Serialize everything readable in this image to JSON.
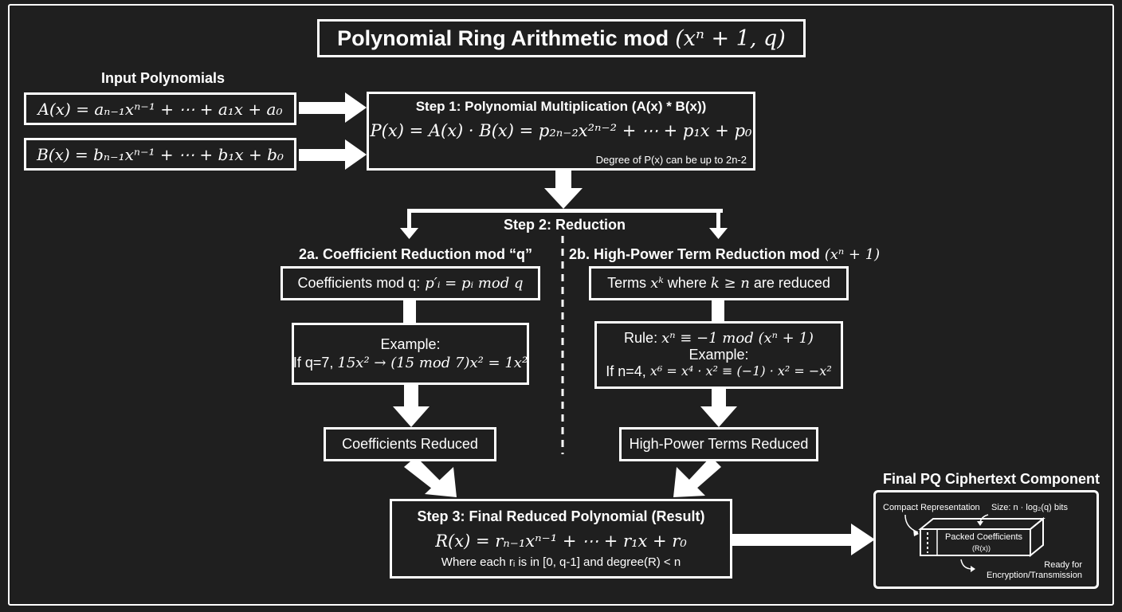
{
  "title": {
    "text": "Polynomial Ring Arithmetic mod",
    "math": "(xⁿ + 1, q)"
  },
  "inputs": {
    "heading": "Input Polynomials",
    "a_poly": "A(x) = aₙ₋₁xⁿ⁻¹ + ⋯ + a₁x + a₀",
    "b_poly": "B(x) = bₙ₋₁xⁿ⁻¹ + ⋯ + b₁x + b₀"
  },
  "step1": {
    "title": "Step 1: Polynomial Multiplication (A(x) * B(x))",
    "formula": "P(x) = A(x) · B(x) = p₂ₙ₋₂x²ⁿ⁻² + ⋯ + p₁x + p₀",
    "note": "Degree of P(x) can be up to 2n-2"
  },
  "step2": {
    "title": "Step 2: Reduction",
    "a": {
      "heading": "2a. Coefficient Reduction mod “q”",
      "box1_text": "Coefficients mod q:",
      "box1_math": "p′ᵢ = pᵢ mod q",
      "example_label": "Example:",
      "example_text": "If q=7,",
      "example_math": "15x² → (15 mod 7)x² = 1x²",
      "result": "Coefficients Reduced"
    },
    "b": {
      "heading": "2b. High-Power Term Reduction mod",
      "heading_math": "(xⁿ + 1)",
      "box1_pre": "Terms",
      "box1_math1": "xᵏ",
      "box1_mid": "where",
      "box1_math2": "k ≥ n",
      "box1_post": "are reduced",
      "rule_label": "Rule:",
      "rule_math": "xⁿ ≡ −1 mod (xⁿ + 1)",
      "example_label": "Example:",
      "example_text": "If n=4,",
      "example_math": "x⁶ = x⁴ · x² ≡ (−1) · x² = −x²",
      "result": "High-Power Terms Reduced"
    }
  },
  "step3": {
    "title": "Step 3: Final Reduced Polynomial (Result)",
    "formula": "R(x) = rₙ₋₁xⁿ⁻¹ + ⋯ + r₁x + r₀",
    "note": "Where each rᵢ is in [0, q-1] and degree(R) < n"
  },
  "final": {
    "heading": "Final PQ Ciphertext Component",
    "compact": "Compact Representation",
    "size": "Size: n · log₂(q) bits",
    "packed": "Packed Coefficients",
    "packed_sub": "(R(x))",
    "ready": "Ready for Encryption/Transmission"
  },
  "colors": {
    "background": "#1f1f1f",
    "foreground": "#ffffff"
  }
}
